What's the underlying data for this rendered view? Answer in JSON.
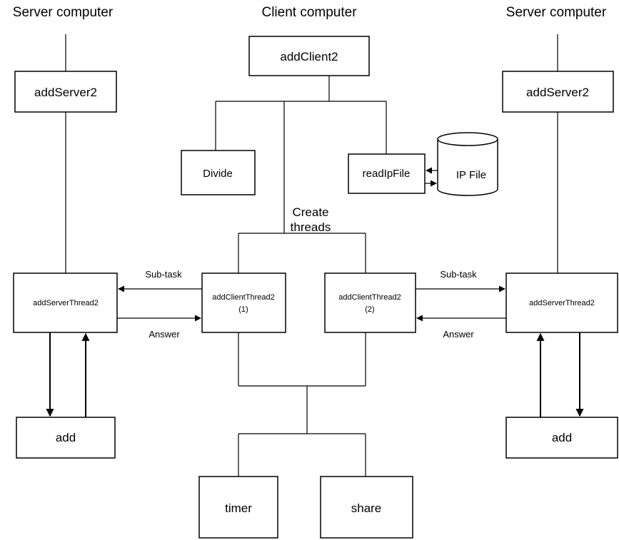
{
  "headers": {
    "left": "Server computer",
    "center": "Client computer",
    "right": "Server computer"
  },
  "client": {
    "main": "addClient2",
    "divide": "Divide",
    "read_ip": "readIpFile",
    "ip_file": "IP File",
    "create_threads_line1": "Create",
    "create_threads_line2": "threads",
    "thread1_name": "addClientThread2",
    "thread1_index": "(1)",
    "thread2_name": "addClientThread2",
    "thread2_index": "(2)",
    "timer": "timer",
    "share": "share"
  },
  "server_left": {
    "main": "addServer2",
    "thread": "addServerThread2",
    "add": "add",
    "subtask_label": "Sub-task",
    "answer_label": "Answer"
  },
  "server_right": {
    "main": "addServer2",
    "thread": "addServerThread2",
    "add": "add",
    "subtask_label": "Sub-task",
    "answer_label": "Answer"
  }
}
